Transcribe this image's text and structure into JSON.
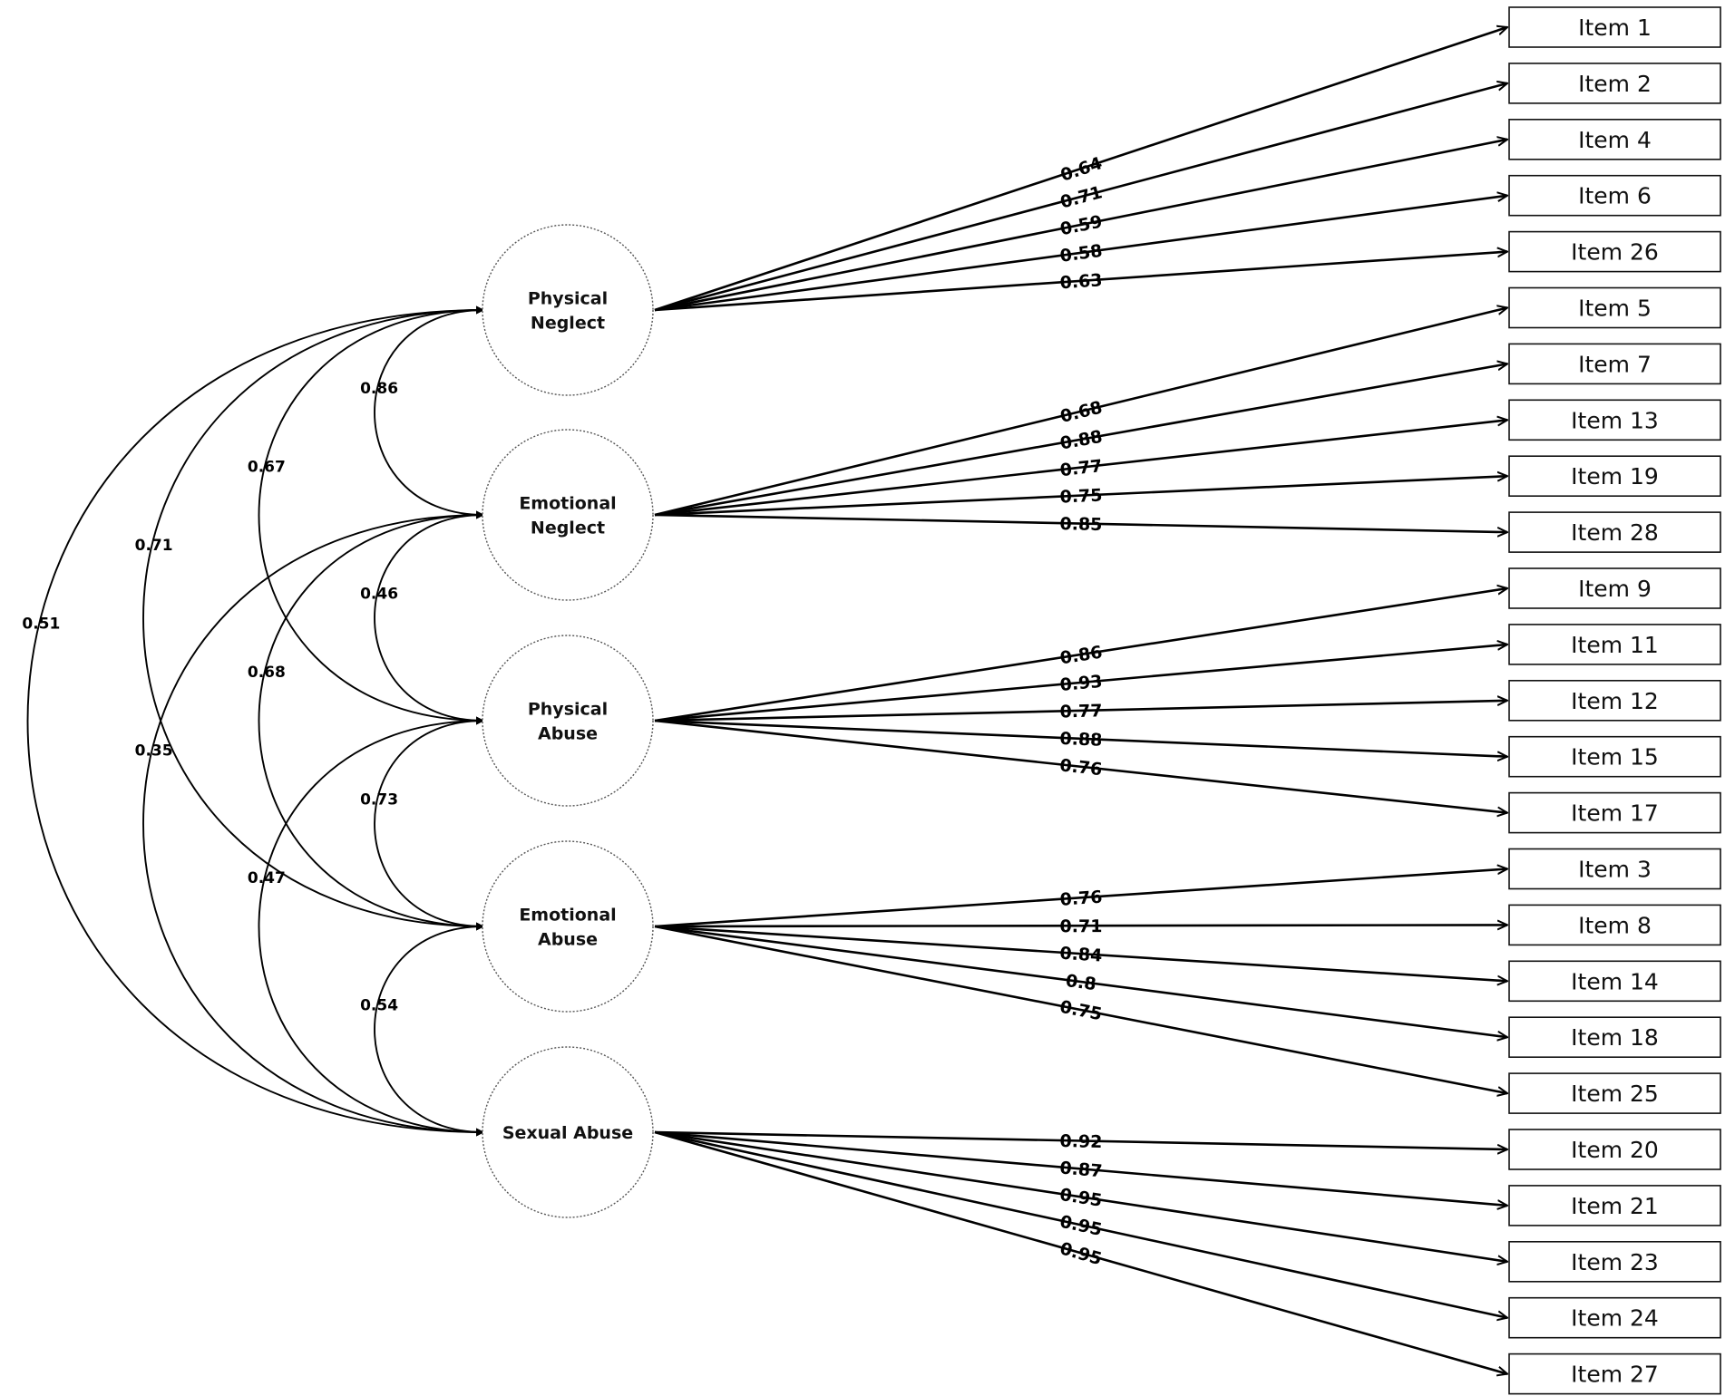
{
  "factors": [
    {
      "id": "PN",
      "label_lines": [
        "Physical",
        "Neglect"
      ]
    },
    {
      "id": "EN",
      "label_lines": [
        "Emotional",
        "Neglect"
      ]
    },
    {
      "id": "PA",
      "label_lines": [
        "Physical",
        "Abuse"
      ]
    },
    {
      "id": "EA",
      "label_lines": [
        "Emotional",
        "Abuse"
      ]
    },
    {
      "id": "SA",
      "label_lines": [
        "Sexual Abuse"
      ]
    }
  ],
  "items": [
    {
      "label": "Item 1",
      "factor": "PN",
      "loading": "0.64"
    },
    {
      "label": "Item 2",
      "factor": "PN",
      "loading": "0.71"
    },
    {
      "label": "Item 4",
      "factor": "PN",
      "loading": "0.59"
    },
    {
      "label": "Item 6",
      "factor": "PN",
      "loading": "0.58"
    },
    {
      "label": "Item 26",
      "factor": "PN",
      "loading": "0.63"
    },
    {
      "label": "Item 5",
      "factor": "EN",
      "loading": "0.68"
    },
    {
      "label": "Item 7",
      "factor": "EN",
      "loading": "0.88"
    },
    {
      "label": "Item 13",
      "factor": "EN",
      "loading": "0.77"
    },
    {
      "label": "Item 19",
      "factor": "EN",
      "loading": "0.75"
    },
    {
      "label": "Item 28",
      "factor": "EN",
      "loading": "0.85"
    },
    {
      "label": "Item 9",
      "factor": "PA",
      "loading": "0.86"
    },
    {
      "label": "Item 11",
      "factor": "PA",
      "loading": "0.93"
    },
    {
      "label": "Item 12",
      "factor": "PA",
      "loading": "0.77"
    },
    {
      "label": "Item 15",
      "factor": "PA",
      "loading": "0.88"
    },
    {
      "label": "Item 17",
      "factor": "PA",
      "loading": "0.76"
    },
    {
      "label": "Item 3",
      "factor": "EA",
      "loading": "0.76"
    },
    {
      "label": "Item 8",
      "factor": "EA",
      "loading": "0.71"
    },
    {
      "label": "Item 14",
      "factor": "EA",
      "loading": "0.84"
    },
    {
      "label": "Item 18",
      "factor": "EA",
      "loading": "0.8"
    },
    {
      "label": "Item 25",
      "factor": "EA",
      "loading": "0.75"
    },
    {
      "label": "Item 20",
      "factor": "SA",
      "loading": "0.92"
    },
    {
      "label": "Item 21",
      "factor": "SA",
      "loading": "0.87"
    },
    {
      "label": "Item 23",
      "factor": "SA",
      "loading": "0.95"
    },
    {
      "label": "Item 24",
      "factor": "SA",
      "loading": "0.95"
    },
    {
      "label": "Item 27",
      "factor": "SA",
      "loading": "0.95"
    }
  ],
  "correlations": [
    {
      "from": "PN",
      "to": "EN",
      "value": "0.86"
    },
    {
      "from": "PN",
      "to": "PA",
      "value": "0.67"
    },
    {
      "from": "PN",
      "to": "EA",
      "value": "0.71"
    },
    {
      "from": "PN",
      "to": "SA",
      "value": "0.51"
    },
    {
      "from": "EN",
      "to": "PA",
      "value": "0.46"
    },
    {
      "from": "EN",
      "to": "EA",
      "value": "0.68"
    },
    {
      "from": "EN",
      "to": "SA",
      "value": "0.35"
    },
    {
      "from": "PA",
      "to": "EA",
      "value": "0.73"
    },
    {
      "from": "PA",
      "to": "SA",
      "value": "0.47"
    },
    {
      "from": "EA",
      "to": "SA",
      "value": "0.54"
    }
  ]
}
